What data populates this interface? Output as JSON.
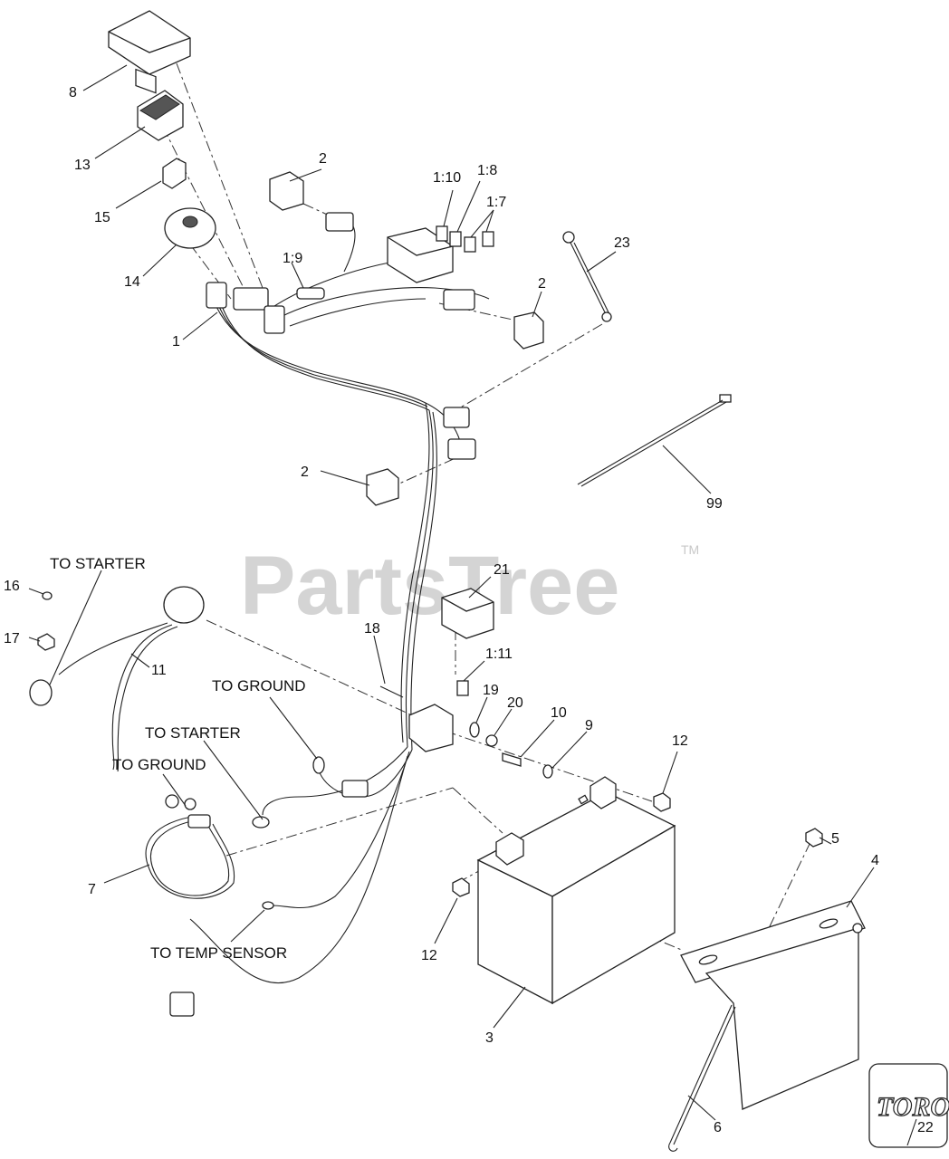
{
  "watermark": {
    "text": "PartsTree",
    "trademark": "TM"
  },
  "brand_logo": {
    "text": "TORO"
  },
  "callouts": [
    {
      "id": "c8",
      "label": "8"
    },
    {
      "id": "c13",
      "label": "13"
    },
    {
      "id": "c15",
      "label": "15"
    },
    {
      "id": "c14",
      "label": "14"
    },
    {
      "id": "c1",
      "label": "1"
    },
    {
      "id": "c2a",
      "label": "2"
    },
    {
      "id": "c1_10",
      "label": "1:10"
    },
    {
      "id": "c1_8",
      "label": "1:8"
    },
    {
      "id": "c1_7",
      "label": "1:7"
    },
    {
      "id": "c1_9",
      "label": "1:9"
    },
    {
      "id": "c2b",
      "label": "2"
    },
    {
      "id": "c23",
      "label": "23"
    },
    {
      "id": "c2c",
      "label": "2"
    },
    {
      "id": "c99",
      "label": "99"
    },
    {
      "id": "c16",
      "label": "16"
    },
    {
      "id": "c17",
      "label": "17"
    },
    {
      "id": "c11",
      "label": "11"
    },
    {
      "id": "c21",
      "label": "21"
    },
    {
      "id": "c18",
      "label": "18"
    },
    {
      "id": "c1_11",
      "label": "1:11"
    },
    {
      "id": "c19",
      "label": "19"
    },
    {
      "id": "c20",
      "label": "20"
    },
    {
      "id": "c10",
      "label": "10"
    },
    {
      "id": "c9",
      "label": "9"
    },
    {
      "id": "c12a",
      "label": "12"
    },
    {
      "id": "c7",
      "label": "7"
    },
    {
      "id": "c12b",
      "label": "12"
    },
    {
      "id": "c5",
      "label": "5"
    },
    {
      "id": "c4",
      "label": "4"
    },
    {
      "id": "c3",
      "label": "3"
    },
    {
      "id": "c6",
      "label": "6"
    },
    {
      "id": "c22",
      "label": "22"
    }
  ],
  "notes": [
    {
      "id": "n_starter1",
      "label": "TO STARTER"
    },
    {
      "id": "n_ground1",
      "label": "TO GROUND"
    },
    {
      "id": "n_starter2",
      "label": "TO STARTER"
    },
    {
      "id": "n_ground2",
      "label": "TO GROUND"
    },
    {
      "id": "n_temp",
      "label": "TO TEMP SENSOR"
    }
  ]
}
